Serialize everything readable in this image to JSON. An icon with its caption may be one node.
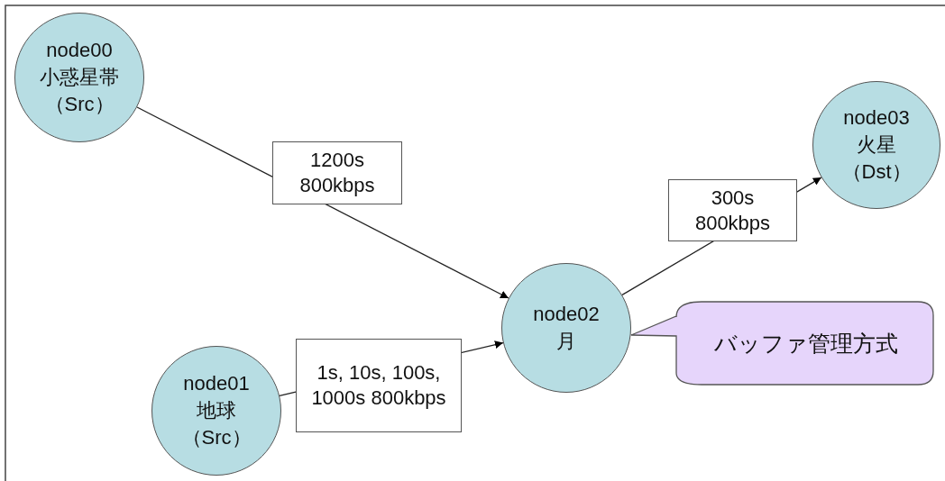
{
  "diagram": {
    "nodes": [
      {
        "text": [
          "node00",
          "小惑星帯",
          "（Src）"
        ]
      },
      {
        "text": [
          "node01",
          "地球",
          "（Src）"
        ]
      },
      {
        "text": [
          "node02",
          "月"
        ]
      },
      {
        "text": [
          "node03",
          "火星",
          "（Dst）"
        ]
      },
      {
        "text": [
          "バッファ管理方式"
        ]
      }
    ],
    "edges": [
      {
        "from": 0,
        "to": 2,
        "arrow": "to",
        "label": "1200s 800kbps"
      },
      {
        "from": 1,
        "to": 2,
        "arrow": "to",
        "label": "1s, 10s, 100s, 1000s 800kbps"
      },
      {
        "from": 2,
        "to": 3,
        "arrow": "to",
        "label": "300s 800kbps"
      }
    ]
  }
}
